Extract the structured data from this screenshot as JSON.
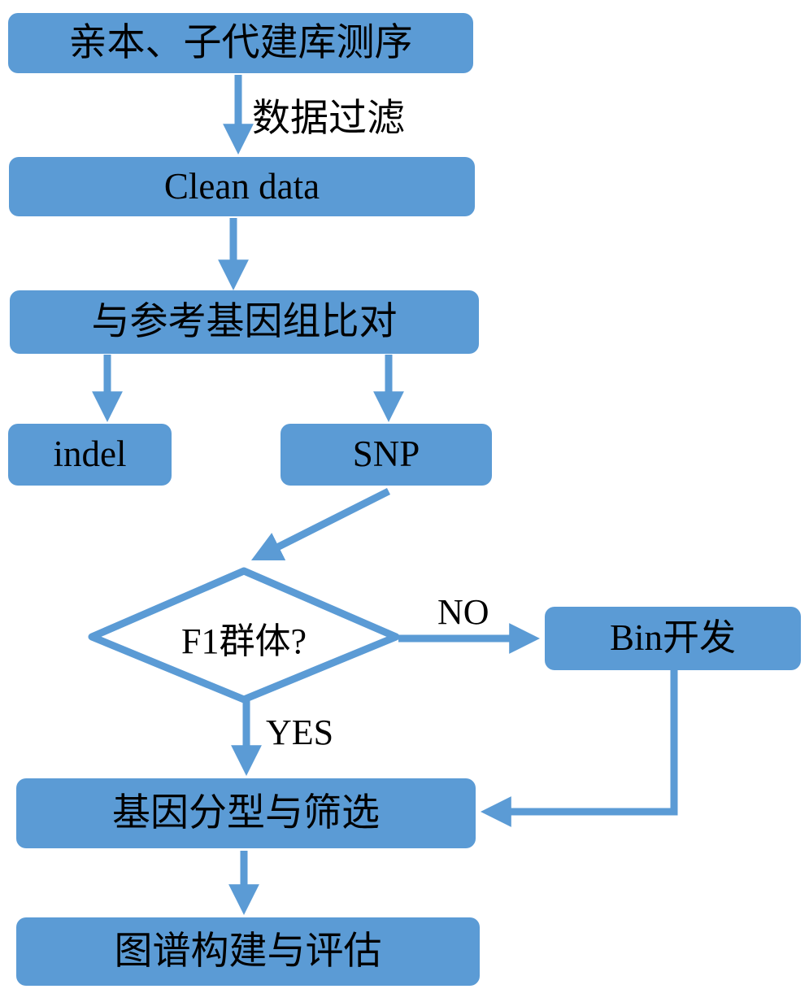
{
  "diagram": {
    "title": "Genetic Linkage Map Construction Workflow",
    "colors": {
      "node_fill": "#5B9BD5",
      "edge_stroke": "#5B9BD5",
      "decision_fill": "#FFFFFF",
      "decision_stroke": "#5B9BD5",
      "text": "#000000",
      "background": "#FFFFFF"
    },
    "nodes": [
      {
        "id": "seq",
        "label": "亲本、子代建库测序",
        "shape": "rounded-rectangle",
        "script": "cjk"
      },
      {
        "id": "clean",
        "label": "Clean data",
        "shape": "rounded-rectangle",
        "script": "latin"
      },
      {
        "id": "align",
        "label": "与参考基因组比对",
        "shape": "rounded-rectangle",
        "script": "cjk"
      },
      {
        "id": "indel",
        "label": "indel",
        "shape": "rounded-rectangle",
        "script": "latin"
      },
      {
        "id": "snp",
        "label": "SNP",
        "shape": "rounded-rectangle",
        "script": "latin"
      },
      {
        "id": "f1",
        "label": "F1群体?",
        "shape": "diamond",
        "script": "mixed"
      },
      {
        "id": "bin",
        "label": "Bin开发",
        "shape": "rounded-rectangle",
        "script": "mixed"
      },
      {
        "id": "genotype",
        "label": "基因分型与筛选",
        "shape": "rounded-rectangle",
        "script": "cjk"
      },
      {
        "id": "map",
        "label": "图谱构建与评估",
        "shape": "rounded-rectangle",
        "script": "cjk"
      }
    ],
    "edge_labels": [
      {
        "id": "filter",
        "label": "数据过滤",
        "script": "cjk",
        "from": "seq",
        "to": "clean"
      },
      {
        "id": "no",
        "label": "NO",
        "script": "latin",
        "from": "f1",
        "to": "bin"
      },
      {
        "id": "yes",
        "label": "YES",
        "script": "latin",
        "from": "f1",
        "to": "genotype"
      }
    ],
    "edges": [
      {
        "from": "seq",
        "to": "clean",
        "style": "straight-down",
        "label": "数据过滤"
      },
      {
        "from": "clean",
        "to": "align",
        "style": "straight-down",
        "label": ""
      },
      {
        "from": "align",
        "to": "indel",
        "style": "straight-down",
        "label": ""
      },
      {
        "from": "align",
        "to": "snp",
        "style": "straight-down",
        "label": ""
      },
      {
        "from": "snp",
        "to": "f1",
        "style": "diagonal",
        "label": ""
      },
      {
        "from": "f1",
        "to": "bin",
        "style": "right",
        "label": "NO"
      },
      {
        "from": "f1",
        "to": "genotype",
        "style": "straight-down",
        "label": "YES"
      },
      {
        "from": "bin",
        "to": "genotype",
        "style": "elbow-left",
        "label": ""
      },
      {
        "from": "genotype",
        "to": "map",
        "style": "straight-down",
        "label": ""
      }
    ]
  }
}
